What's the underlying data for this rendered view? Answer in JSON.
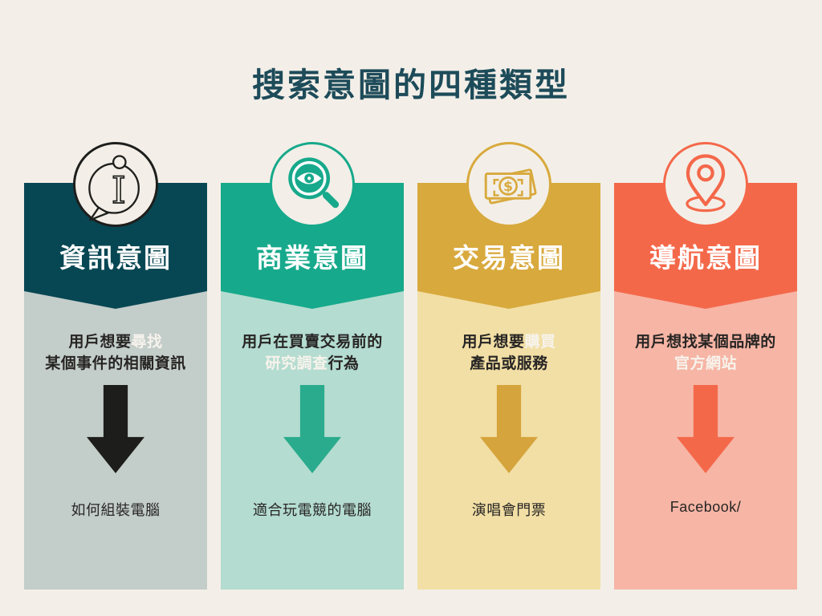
{
  "title": "搜索意圖的四種類型",
  "palette": {
    "background": "#f3efe8",
    "title_color": "#1d4b59",
    "body_text": "#272524",
    "highlight_text": "#f7f3ec",
    "white": "#ffffff"
  },
  "columns": [
    {
      "id": "informational",
      "title": "資訊意圖",
      "icon": "info-speech-bubble-icon",
      "header_color": "#0747556",
      "desc": {
        "l1_text": "用戶想要",
        "l1_mark": "尋找",
        "l2_mark": "",
        "l2_text": "某個事件的相關資訊"
      },
      "example": "如何組裝電腦",
      "colors": {
        "header": "#074753",
        "body": "#c3cdca",
        "arrow": "#1d1d1b",
        "icon": "#1e1e1c"
      }
    },
    {
      "id": "commercial",
      "title": "商業意圖",
      "icon": "magnifier-eye-icon",
      "desc": {
        "l1_text": "用戶在買賣交易前的",
        "l1_mark": "",
        "l2_mark": "研究調查",
        "l2_text": "行為"
      },
      "example": "適合玩電競的電腦",
      "colors": {
        "header": "#17a98b",
        "body": "#b4dcd0",
        "arrow": "#2aab8d",
        "icon": "#17a98b"
      }
    },
    {
      "id": "transactional",
      "title": "交易意圖",
      "icon": "banknote-icon",
      "desc": {
        "l1_text": "用戶想要",
        "l1_mark": "購買",
        "l2_mark": "",
        "l2_text": "產品或服務"
      },
      "example": "演唱會門票",
      "colors": {
        "header": "#d8a93d",
        "body": "#f2dfa5",
        "arrow": "#d5a43c",
        "icon": "#d8a93d"
      }
    },
    {
      "id": "navigational",
      "title": "導航意圖",
      "icon": "location-pin-icon",
      "desc": {
        "l1_text": "用戶想找某個品牌的",
        "l1_mark": "",
        "l2_mark": "官方網站",
        "l2_text": ""
      },
      "example": "Facebook/",
      "colors": {
        "header": "#f4684a",
        "body": "#f6b5a5",
        "arrow": "#f4684a",
        "icon": "#f4684a"
      }
    }
  ]
}
